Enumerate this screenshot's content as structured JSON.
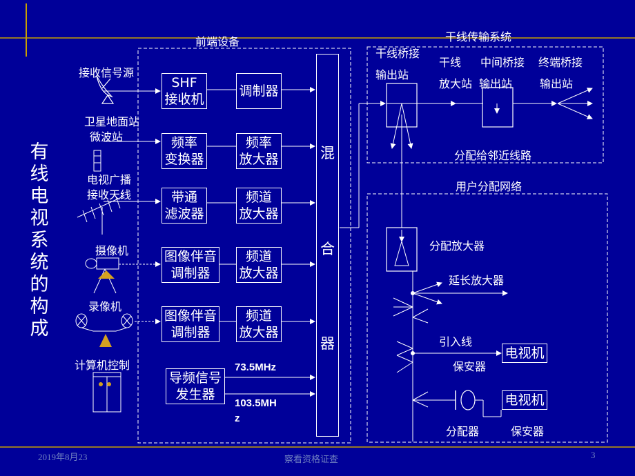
{
  "title": "有线电视系统的构成",
  "sections": {
    "headend": "前端设备",
    "trunk": "干线传输系统",
    "user": "用户分配网络"
  },
  "sources": {
    "satellite_receive": "接收信号源",
    "satellite_ground": "卫星地面站",
    "microwave": "微波站",
    "tv_broadcast": "电视广播\n接收天线",
    "camera": "摄像机",
    "vcr": "录像机",
    "computer": "计算机控制"
  },
  "headend_boxes": {
    "shf": "SHF\n接收机",
    "modulator": "调制器",
    "freq_converter": "频率\n变换器",
    "freq_amp": "频率\n放大器",
    "bandpass": "带通\n滤波器",
    "channel_amp_1": "频道\n放大器",
    "av_modulator_1": "图像伴音\n调制器",
    "channel_amp_2": "频道\n放大器",
    "av_modulator_2": "图像伴音\n调制器",
    "channel_amp_3": "频道\n放大器",
    "pilot_gen": "导频信号\n发生器"
  },
  "mixer": [
    "混",
    "合",
    "器"
  ],
  "pilot_freqs": {
    "f1": "73.5MHz",
    "f2a": "103.5MH",
    "f2b": "z"
  },
  "trunk_labels": {
    "bridge_out_1": "干线桥接",
    "bridge_out_2": "输出站",
    "trunk_amp_1": "干线",
    "trunk_amp_2": "放大站",
    "mid_bridge_1": "中间桥接",
    "mid_bridge_2": "输出站",
    "end_bridge_1": "终端桥接",
    "end_bridge_2": "输出站",
    "to_neighbor": "分配给邻近线路"
  },
  "user_labels": {
    "dist_amp": "分配放大器",
    "ext_amp": "延长放大器",
    "drop_line": "引入线",
    "protector_1": "保安器",
    "tv_1": "电视机",
    "tv_2": "电视机",
    "splitter": "分配器",
    "protector_2": "保安器"
  },
  "footer": {
    "date": "2019年8月23",
    "caption": "察看资格证查",
    "page": "3"
  },
  "colors": {
    "background": "#000099",
    "line": "#ffffff",
    "accent_rule": "#c8a000",
    "triangle_fill": "#d4a020"
  }
}
